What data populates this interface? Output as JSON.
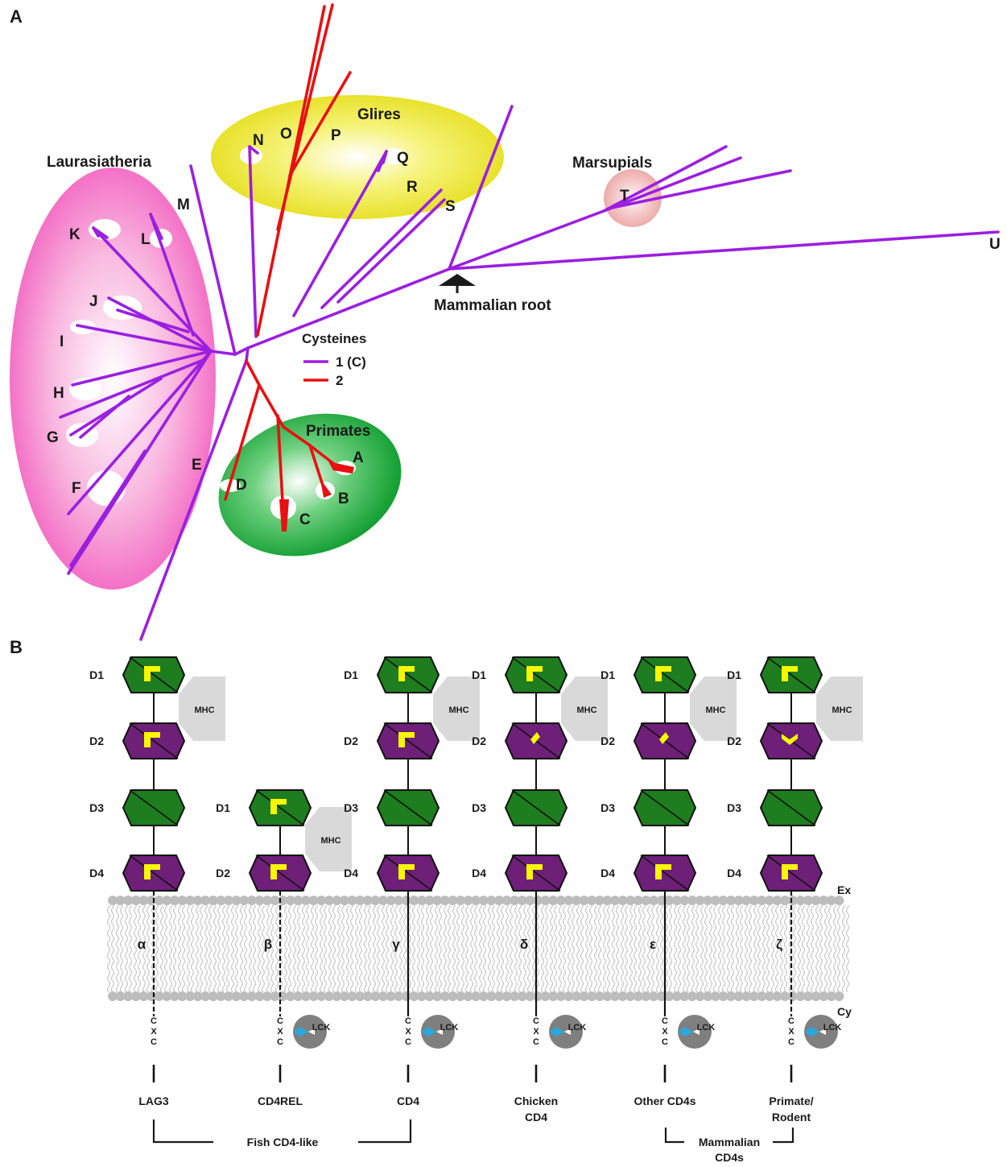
{
  "panels": {
    "a": "A",
    "b": "B"
  },
  "tree": {
    "clades": {
      "laurasiatheria": "Laurasiatheria",
      "glires": "Glires",
      "marsupials": "Marsupials",
      "primates": "Primates"
    },
    "tips": {
      "A": "A",
      "B": "B",
      "C": "C",
      "D": "D",
      "E": "E",
      "F": "F",
      "G": "G",
      "H": "H",
      "I": "I",
      "J": "J",
      "K": "K",
      "L": "L",
      "M": "M",
      "N": "N",
      "O": "O",
      "P": "P",
      "Q": "Q",
      "R": "R",
      "S": "S",
      "T": "T",
      "U": "U"
    },
    "root_label": "Mammalian root",
    "legend": {
      "title": "Cysteines",
      "items": [
        {
          "label": "1 (C)",
          "color": "#9b1fe0"
        },
        {
          "label": "2",
          "color": "#e81010"
        }
      ]
    }
  },
  "domains": {
    "columns": [
      {
        "name": "LAG3",
        "greek": "α",
        "labels": [
          "D1",
          "D2",
          "D3",
          "D4"
        ],
        "mhc": "MHC",
        "lck": ""
      },
      {
        "name": "CD4REL",
        "greek": "β",
        "labels": [
          "D1",
          "D2"
        ],
        "mhc": "MHC",
        "lck": "LCK"
      },
      {
        "name": "CD4",
        "greek": "γ",
        "labels": [
          "D1",
          "D2",
          "D3",
          "D4"
        ],
        "mhc": "MHC",
        "lck": "LCK"
      },
      {
        "name": "Chicken CD4",
        "name_lines": [
          "Chicken",
          "CD4"
        ],
        "greek": "δ",
        "labels": [
          "D1",
          "D2",
          "D3",
          "D4"
        ],
        "mhc": "MHC",
        "lck": "LCK"
      },
      {
        "name": "Other CD4s",
        "greek": "ε",
        "labels": [
          "D1",
          "D2",
          "D3",
          "D4"
        ],
        "mhc": "MHC",
        "lck": "LCK"
      },
      {
        "name": "Primate/ Rodent",
        "name_lines": [
          "Primate/",
          "Rodent"
        ],
        "greek": "ζ",
        "labels": [
          "D1",
          "D2",
          "D3",
          "D4"
        ],
        "mhc": "MHC",
        "lck": "LCK"
      }
    ],
    "motif": [
      "C",
      "X",
      "C"
    ],
    "membrane": {
      "ex": "Ex",
      "cy": "Cy"
    },
    "groups": {
      "fish": "Fish CD4-like",
      "mammalian_lines": [
        "Mammalian",
        "CD4s"
      ]
    },
    "colors": {
      "green": "#1e7d1e",
      "purple": "#6e1f78",
      "yellow": "#f7f700",
      "mhc": "#d9d9d9",
      "lck": "#7f7f7f",
      "lck_tip": "#29a8e0"
    }
  }
}
